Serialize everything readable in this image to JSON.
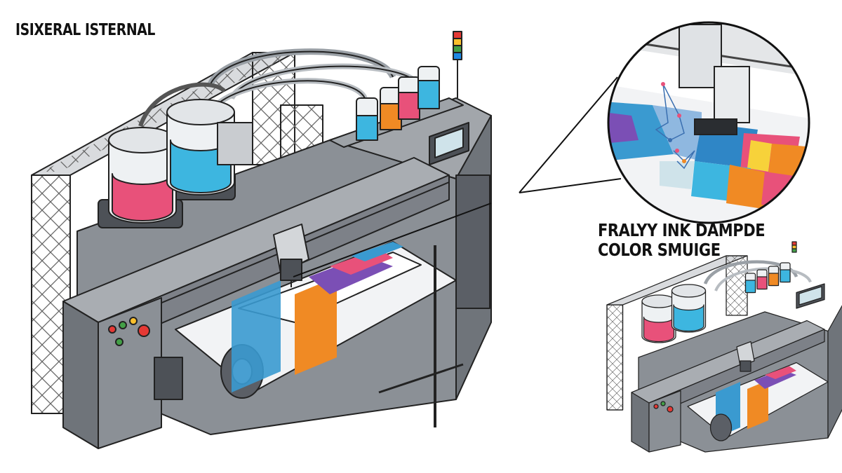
{
  "title": "ISIXERAL ISTERNAL",
  "callout": {
    "line1": "FRALYY INK DAMPDE",
    "line2": "COLOR SMUIGE"
  },
  "colors": {
    "magenta_ink": "#e8517a",
    "cyan_ink": "#3db6e0",
    "orange_ink": "#f08a24",
    "blue_print": "#3a9ad0",
    "frame_gray": "#7d8188",
    "frame_dark": "#5b5f66",
    "outline": "#222222"
  },
  "indicator_lights": [
    "red",
    "yellow",
    "green",
    "blue"
  ],
  "ink_bottles": [
    {
      "color": "#3db6e0"
    },
    {
      "color": "#f08a24"
    },
    {
      "color": "#e8517a"
    },
    {
      "color": "#3db6e0"
    }
  ],
  "icons": [
    "magnifier-callout",
    "control-screen",
    "stack-light",
    "control-buttons"
  ]
}
